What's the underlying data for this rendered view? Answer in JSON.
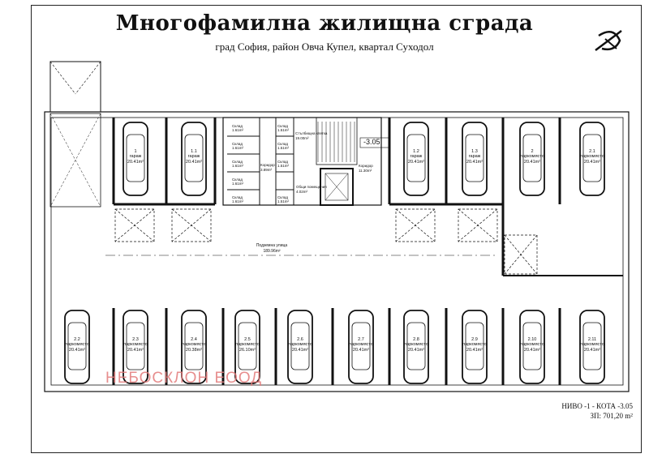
{
  "header": {
    "title": "Многофамилна жилищна сграда",
    "subtitle": "град София, район Овча Купел, квартал Суходол"
  },
  "watermark": "НЕБОСКЛОН ЕООД",
  "level": {
    "name": "НИВО -1 - КОТА -3.05",
    "area": "ЗП: 701,20 m²"
  },
  "elevation_mark": "-3.05",
  "garage_label": "Подземна улица",
  "garage_area": "189.96m²",
  "top_spaces": [
    {
      "num": "1",
      "label": "гараж",
      "area": "20.41m²"
    },
    {
      "num": "1.1",
      "label": "гараж",
      "area": "20.41m²"
    },
    {
      "num": "1.2",
      "label": "гараж",
      "area": "20.41m²"
    },
    {
      "num": "1.3",
      "label": "гараж",
      "area": "20.41m²"
    },
    {
      "num": "2",
      "label": "паркомясто",
      "area": "20.41m²"
    },
    {
      "num": "2.1",
      "label": "паркомясто",
      "area": "20.41m²"
    }
  ],
  "bottom_spaces": [
    {
      "num": "2.2",
      "label": "паркомясто",
      "area": "20.41m²"
    },
    {
      "num": "2.3",
      "label": "паркомясто",
      "area": "20.41m²"
    },
    {
      "num": "2.4",
      "label": "паркомясто",
      "area": "20.38m²"
    },
    {
      "num": "2.5",
      "label": "паркомясто",
      "area": "26.10m²"
    },
    {
      "num": "2.6",
      "label": "паркомясто",
      "area": "20.41m²"
    },
    {
      "num": "2.7",
      "label": "паркомясто",
      "area": "20.41m²"
    },
    {
      "num": "2.8",
      "label": "паркомясто",
      "area": "20.41m²"
    },
    {
      "num": "2.9",
      "label": "паркомясто",
      "area": "20.41m²"
    },
    {
      "num": "2.10",
      "label": "паркомясто",
      "area": "20.41m²"
    },
    {
      "num": "2.11",
      "label": "паркомясто",
      "area": "20.41m²"
    }
  ],
  "rooms": [
    {
      "name": "Склад",
      "area": "1.61m²"
    },
    {
      "name": "Склад",
      "area": "1.61m²"
    },
    {
      "name": "Склад",
      "area": "1.61m²"
    },
    {
      "name": "Склад",
      "area": "1.61m²"
    },
    {
      "name": "Склад",
      "area": "1.61m²"
    },
    {
      "name": "Склад",
      "area": "1.51m²"
    },
    {
      "name": "Склад",
      "area": "1.51m²"
    },
    {
      "name": "Склад",
      "area": "1.51m²"
    },
    {
      "name": "Склад",
      "area": "1.51m²"
    },
    {
      "name": "Коридор",
      "area": "3.89m²"
    },
    {
      "name": "Стълбищна клетка",
      "area": "19.00m²"
    },
    {
      "name": "Общи помещения",
      "area": "4.02m²"
    },
    {
      "name": "Коридор",
      "area": "11.30m²"
    }
  ]
}
